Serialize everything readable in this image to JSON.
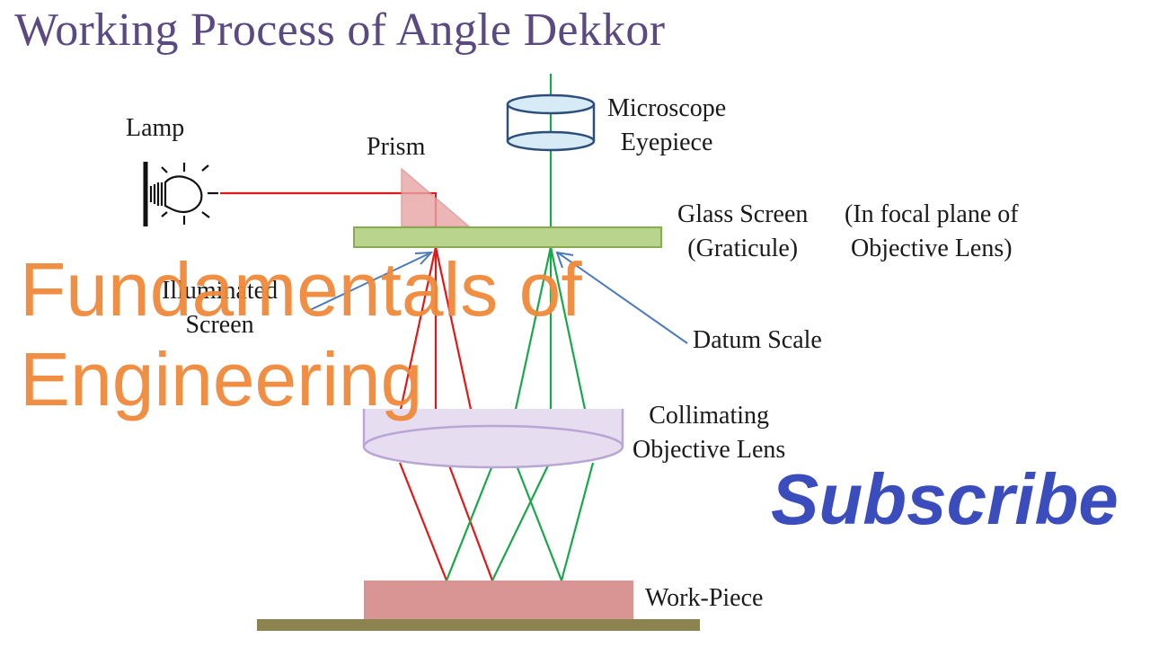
{
  "title": "Working Process of Angle Dekkor",
  "labels": {
    "lamp": "Lamp",
    "prism": "Prism",
    "microscope_line1": "Microscope",
    "microscope_line2": "Eyepiece",
    "glass_screen_line1": "Glass Screen",
    "glass_screen_line2": "(Graticule)",
    "focal_plane_line1": "(In focal plane of",
    "focal_plane_line2": "Objective Lens)",
    "illuminated_line1": "Illuminated",
    "illuminated_line2": "Screen",
    "datum_scale": "Datum Scale",
    "collimating_line1": "Collimating",
    "collimating_line2": "Objective Lens",
    "work_piece": "Work-Piece"
  },
  "overlay": {
    "line1": "Fundamentals of",
    "line2": "Engineering",
    "color": "#f08a3a"
  },
  "subscribe": {
    "text": "Subscribe",
    "color": "#3b4dbd"
  },
  "colors": {
    "title": "#5b4a82",
    "lamp_ray": "#e01818",
    "eyepiece_ray": "#18a84a",
    "glass_screen": "#b9d48c",
    "prism": "#e8a4a4",
    "lens": "#e6ddf0",
    "work_piece": "#d99494",
    "base": "#8c8450",
    "pointer": "#4a7ab8"
  }
}
